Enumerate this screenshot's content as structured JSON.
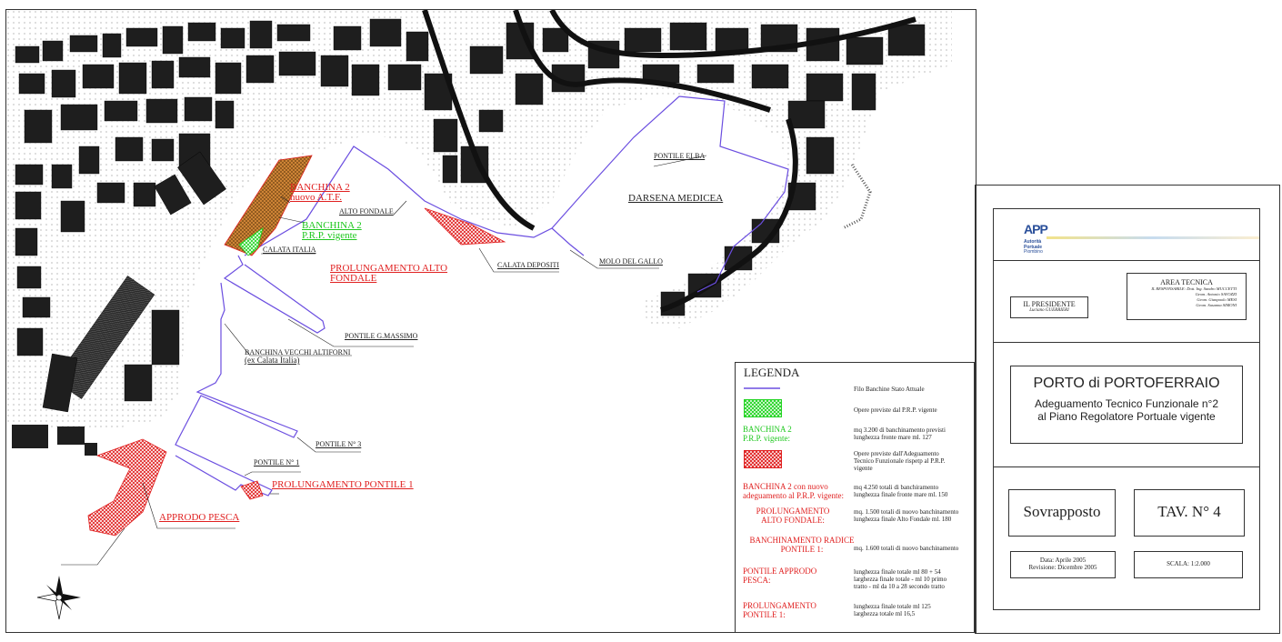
{
  "map": {
    "labels": {
      "banchina2_atf": "BANCHINA 2\nnuovo A.T.F.",
      "banchina2_prp": "BANCHINA 2\nP.R.P. vigente",
      "alto_fondale": "ALTO FONDALE",
      "calata_italia": "CALATA ITALIA",
      "prolungamento_alto_fondale": "PROLUNGAMENTO ALTO\nFONDALE",
      "calata_depositi": "CALATA DEPOSITI",
      "molo_del_gallo": "MOLO DEL GALLO",
      "pontile_elba": "PONTILE ELBA",
      "darsena_medicea": "DARSENA MEDICEA",
      "pontile_gmassimo": "PONTILE G.MASSIMO",
      "banchina_vecchi_altiforni": "BANCHINA VECCHI ALTIFORNI",
      "ex_calata_italia": "(ex Calata Italia)",
      "pontile_n3": "PONTILE N° 3",
      "pontile_n1": "PONTILE N° 1",
      "prolungamento_pontile1": "PROLUNGAMENTO PONTILE 1",
      "approdo_pesca": "APPRODO PESCA"
    }
  },
  "legend": {
    "title": "LEGENDA",
    "rows": [
      {
        "name": "",
        "desc": "Filo Banchine Stato Attuale"
      },
      {
        "name": "",
        "desc": "Opere previste dal P.R.P. vigente"
      },
      {
        "name": "BANCHINA 2\nP.R.P. vigente:",
        "desc": "mq 3.200 di banchinamento previsti\nlunghezza fronte mare ml. 127"
      },
      {
        "name": "",
        "desc": "Opere previste dall'Adeguamento\nTecnico Funzionale rispetp al P.R.P.\nvigente"
      },
      {
        "name": "BANCHINA 2 con nuovo\nadeguamento al P.R.P. vigente:",
        "desc": "mq 4.250 totali di banchiramento\nlunghezza finale fronte mare ml. 150"
      },
      {
        "name": "PROLUNGAMENTO\nALTO FONDALE:",
        "desc": "mq. 1.500 totali di nuovo banchinamento\nlunghezza finale Alto Fondale ml. 180"
      },
      {
        "name": "BANCHINAMENTO RADICE\nPONTILE 1:",
        "desc": "mq. 1.600 totali di nuovo banchinamento"
      },
      {
        "name": "PONTILE APPRODO\nPESCA:",
        "desc": "lunghezza finale totale ml 80 + 54\nlarghezza finale totale - ml 10 primo\ntratto - ml da 10 a 28 secondo tratto"
      },
      {
        "name": "PROLUNGAMENTO\nPONTILE 1:",
        "desc": "lunghezza finale totale ml 125\nlarghezza totale ml 16,5"
      }
    ]
  },
  "title_block": {
    "logo": {
      "mark": "APP",
      "lines": [
        "Autorità",
        "Portuale",
        "Piombino"
      ]
    },
    "presidente": {
      "title": "IL PRESIDENTE",
      "name": "Luciano GUERRIERI"
    },
    "area_tecnica": {
      "title": "AREA TECNICA",
      "lines": [
        "IL RESPONSABILE: Dott. Ing. Sandro MUCCETTI",
        "Geom. Antonio SAVOZZI",
        "Geom. Gianpaolo MESI",
        "Geom. Susanna SIMONI"
      ]
    },
    "project_title": "PORTO di PORTOFERRAIO",
    "project_subtitle_1": "Adeguamento Tecnico Funzionale n°2",
    "project_subtitle_2": "al Piano Regolatore Portuale vigente",
    "sheet_name": "Sovrapposto",
    "sheet_number": "TAV. N° 4",
    "date_line": "Data: Aprile 2005",
    "revision_line": "Revisione: Dicembre 2005",
    "scale": "SCALA: 1:2.000"
  },
  "colors": {
    "quay_line": "#6b4ee0",
    "prp_green": "#22d422",
    "atf_red": "#e02020",
    "orange_overlap": "#c8782a",
    "building": "#1e1e1e"
  }
}
